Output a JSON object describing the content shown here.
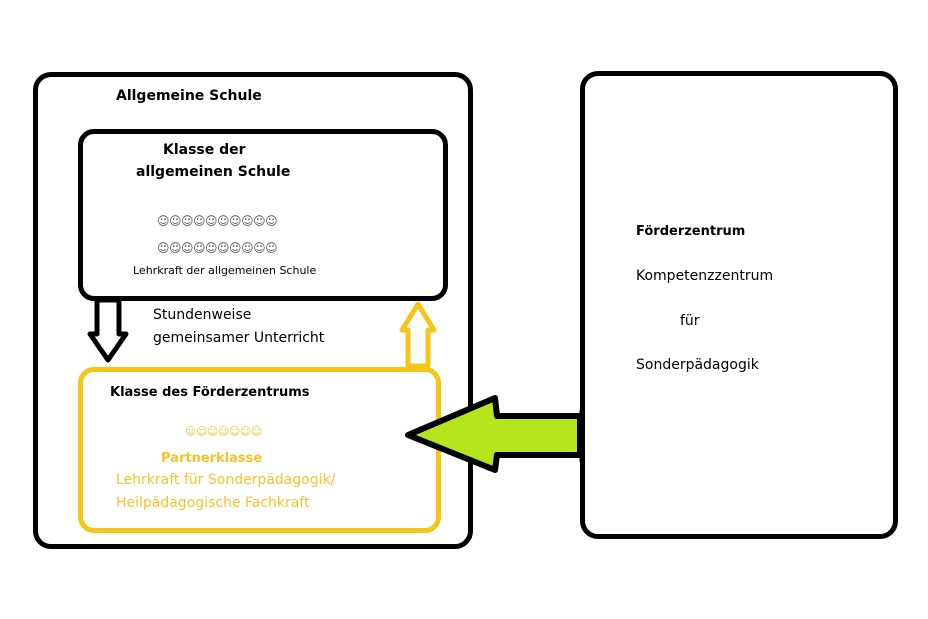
{
  "colors": {
    "outline": "#000000",
    "yellow": "#f5c518",
    "yellow_text": "#f5c32a",
    "green_arrow": "#b5e61d"
  },
  "general_school": {
    "title": "Allgemeine Schule",
    "class_box": {
      "title_line1": "Klasse der",
      "title_line2": "allgemeinen Schule",
      "students_row1": "☺☺☺☺☺☺☺☺☺☺",
      "students_row2": "☺☺☺☺☺☺☺☺☺☺",
      "teacher": "Lehrkraft der allgemeinen Schule"
    },
    "exchange_label_line1": "Stundenweise",
    "exchange_label_line2": "gemeinsamer Unterricht",
    "support_class_box": {
      "title": "Klasse des Förderzentrums",
      "students": "☺☺☺☺☺☺☺",
      "subtitle": "Partnerklasse",
      "staff_line1": "Lehrkraft für Sonderpädagogik/",
      "staff_line2": "Heilpädagogische Fachkraft"
    }
  },
  "support_center": {
    "title": "Förderzentrum",
    "line1": "Kompetenzzentrum",
    "line2": "für",
    "line3": "Sonderpädagogik"
  }
}
